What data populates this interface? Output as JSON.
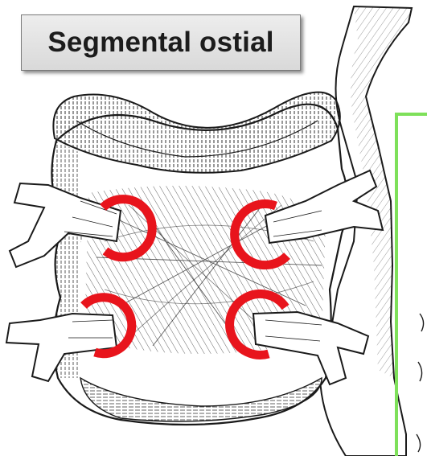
{
  "title": "Segmental ostial",
  "colors": {
    "ablation_ring": "#e8141c",
    "panel_border": "#7ee05a",
    "ink": "#1a1a1a"
  },
  "ostial_rings": [
    {
      "vein": "left-superior"
    },
    {
      "vein": "left-inferior"
    },
    {
      "vein": "right-superior"
    },
    {
      "vein": "right-inferior"
    }
  ]
}
